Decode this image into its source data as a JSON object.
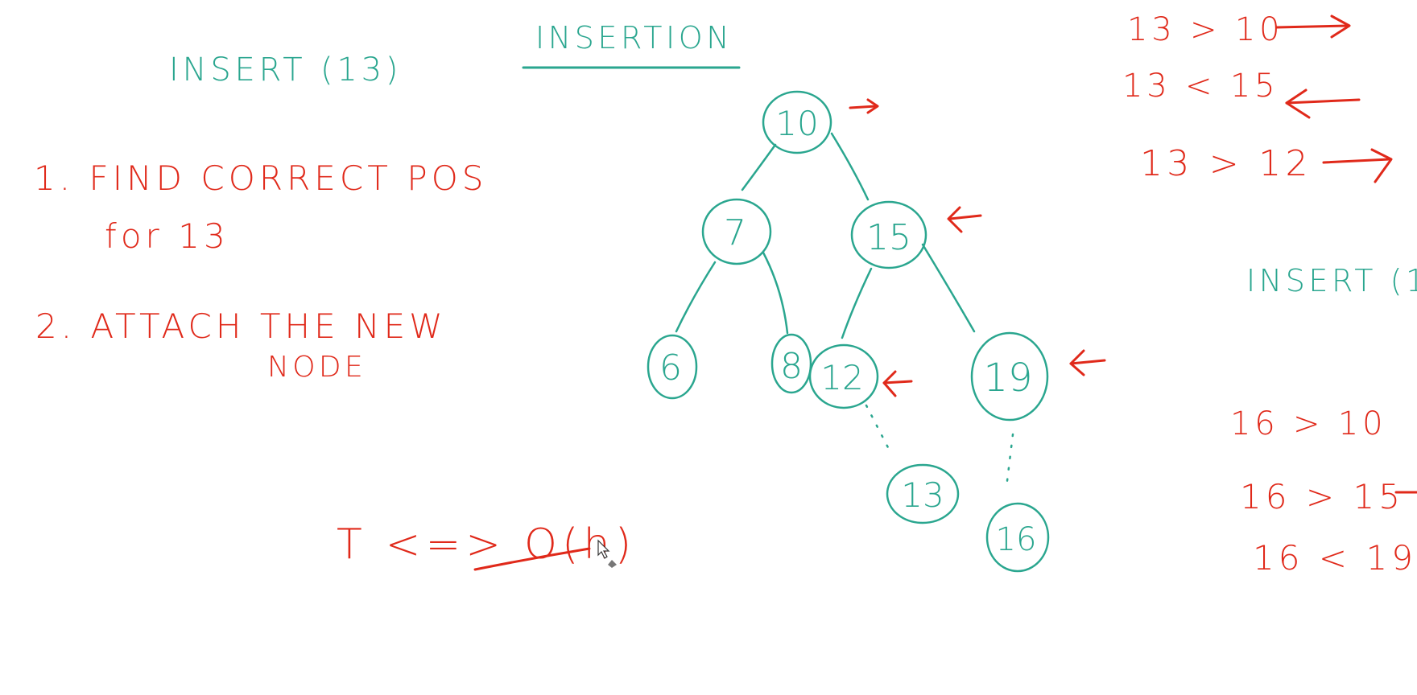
{
  "title": "INSERTION",
  "heading": "INSERT (13)",
  "steps": {
    "step1_line1": "1. FIND   CORRECT   POS",
    "step1_line2": "for   13",
    "step2_line1": "2.  ATTACH   THE   NEW",
    "step2_line2": "NODE"
  },
  "complexity": "T <=> O(h)",
  "comparisons_13": [
    "13 > 10",
    "13 < 15",
    "13 > 12"
  ],
  "heading_16": "INSERT (1",
  "comparisons_16": [
    "16 > 10",
    "16 > 15",
    "16 < 19"
  ],
  "tree": {
    "nodes": [
      "10",
      "7",
      "15",
      "6",
      "8",
      "12",
      "19",
      "13",
      "16"
    ]
  },
  "colors": {
    "red": "#e0291a",
    "teal": "#2aa68f"
  }
}
